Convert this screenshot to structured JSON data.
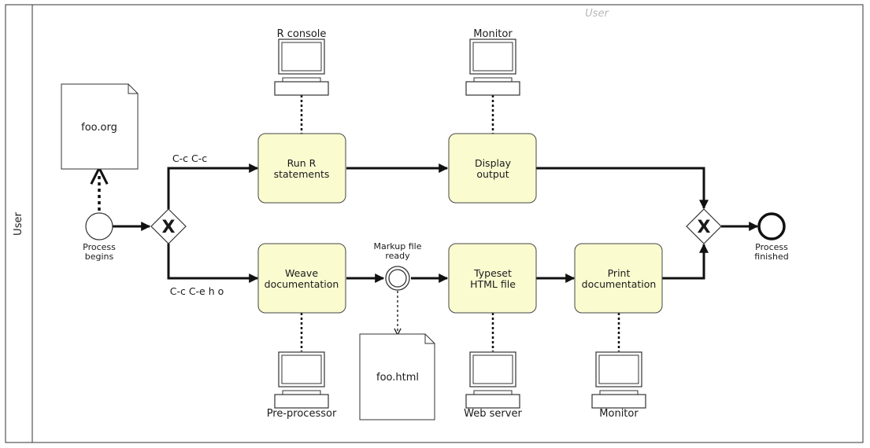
{
  "pool": {
    "name": "User"
  },
  "lane": {
    "name": "User"
  },
  "start_event": {
    "label": "Process begins"
  },
  "end_event": {
    "label": "Process finished"
  },
  "gateways": {
    "split_symbol": "X",
    "join_symbol": "X"
  },
  "intermediate_event": {
    "label": "Markup file ready"
  },
  "documents": {
    "input_file": "foo.org",
    "output_file": "foo.html"
  },
  "tasks": {
    "run_r": "Run R statements",
    "display": "Display output",
    "weave": "Weave documentation",
    "typeset": "Typeset HTML file",
    "print": "Print documentation"
  },
  "devices": {
    "r_console": "R console",
    "monitor_top": "Monitor",
    "preprocessor": "Pre-processor",
    "web_server": "Web server",
    "monitor_bottom": "Monitor"
  },
  "flow_labels": {
    "top": "C-c C-c",
    "bottom": "C-c C-e h o"
  },
  "colors": {
    "task_fill": "#fbfbd0",
    "border": "#444444",
    "pool_label": "#b8b8b8"
  }
}
